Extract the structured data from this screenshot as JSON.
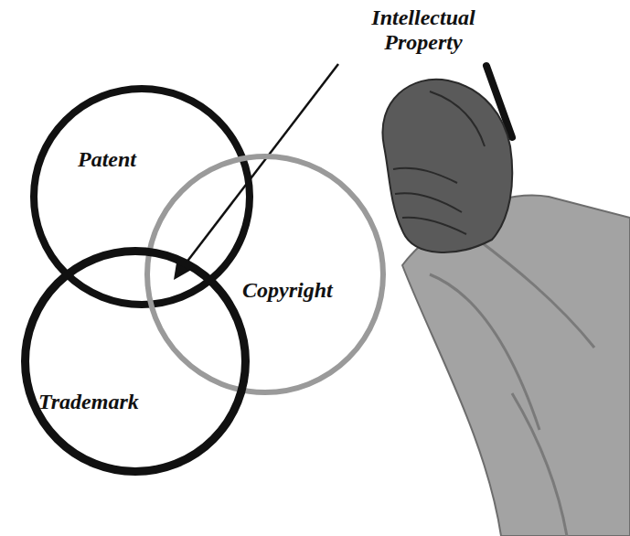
{
  "diagram": {
    "nodes": [
      {
        "text": [
          "Patent"
        ]
      },
      {
        "text": [
          "Copyright"
        ]
      },
      {
        "text": [
          "Trademark"
        ]
      }
    ],
    "labels": [
      "Intellectual Property"
    ]
  }
}
